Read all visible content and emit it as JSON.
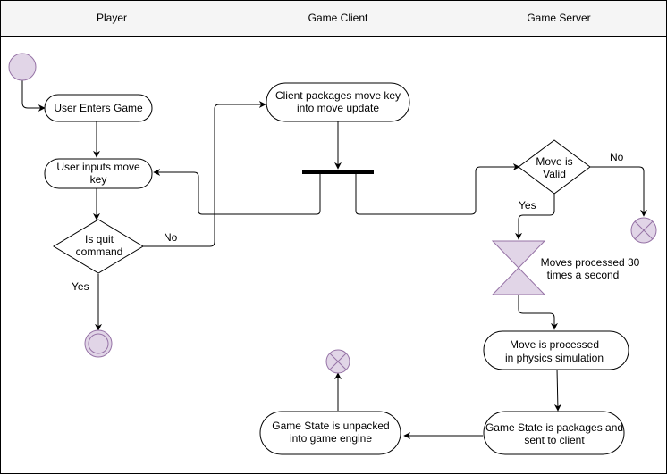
{
  "lanes": [
    {
      "title": "Player"
    },
    {
      "title": "Game Client"
    },
    {
      "title": "Game Server"
    }
  ],
  "nodes": {
    "user_enters_game": "User Enters Game",
    "user_inputs_move": [
      "User inputs move",
      "key"
    ],
    "is_quit": [
      "Is quit",
      "command"
    ],
    "client_packages": [
      "Client packages move key",
      "into move update"
    ],
    "move_valid": [
      "Move is",
      "Valid"
    ],
    "moves_processed": [
      "Moves processed 30",
      "times a second"
    ],
    "move_processed_physics": [
      "Move is processed",
      "in physics simulation"
    ],
    "state_packaged": [
      "Game State is packages and",
      "sent to client"
    ],
    "state_unpacked": [
      "Game State is unpacked",
      "into game engine"
    ]
  },
  "labels": {
    "quit_no": "No",
    "quit_yes": "Yes",
    "valid_no": "No",
    "valid_yes": "Yes"
  },
  "colors": {
    "node_fill": "#e1d5e7",
    "node_stroke": "#9673a6",
    "line": "#000000",
    "lane_border": "#000000",
    "header_bg": "#f5f5f5"
  }
}
